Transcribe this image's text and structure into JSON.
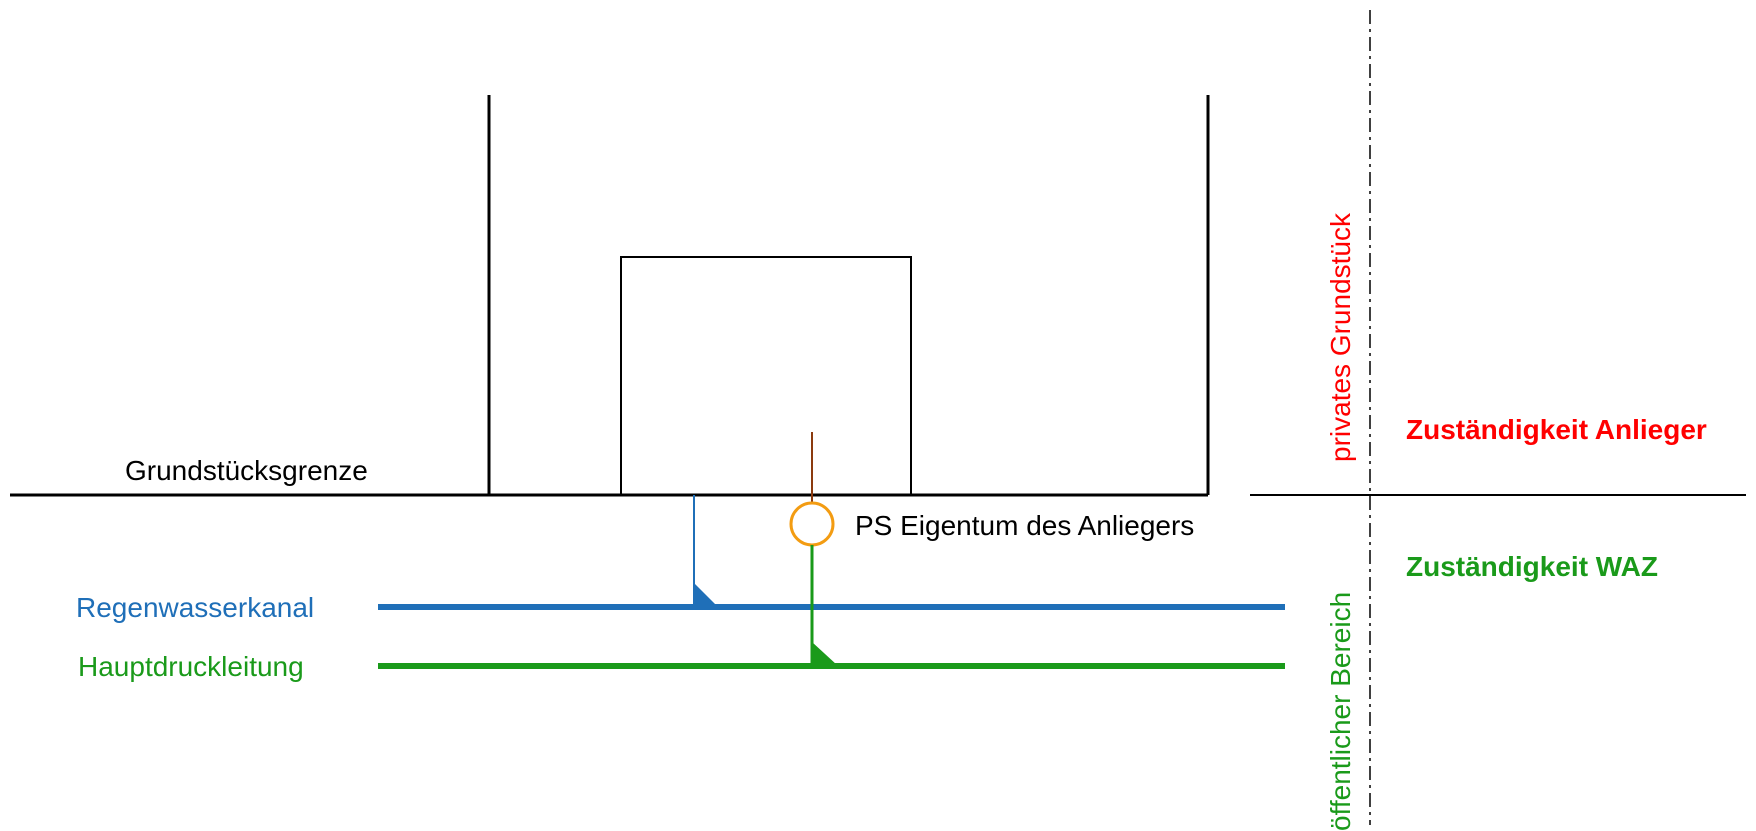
{
  "labels": {
    "grundstuecksgrenze": "Grundstücksgrenze",
    "ps_eigentum": "PS Eigentum des Anliegers",
    "regenwasserkanal": "Regenwasserkanal",
    "hauptdruckleitung": "Hauptdruckleitung",
    "privates_grundstueck": "privates Grundstück",
    "oeffentlicher_bereich": "öffentlicher Bereich",
    "zustaendigkeit_anlieger": "Zuständigkeit Anlieger",
    "zustaendigkeit_waz": "Zuständigkeit WAZ"
  },
  "colors": {
    "line": "#000000",
    "regenwasser": "#1f6fb8",
    "hauptdruck": "#1a9a1a",
    "ps_circle": "#f39c12",
    "house_pipe": "#8b3a0e",
    "anlieger": "#ff0000",
    "waz": "#1a9a1a"
  }
}
